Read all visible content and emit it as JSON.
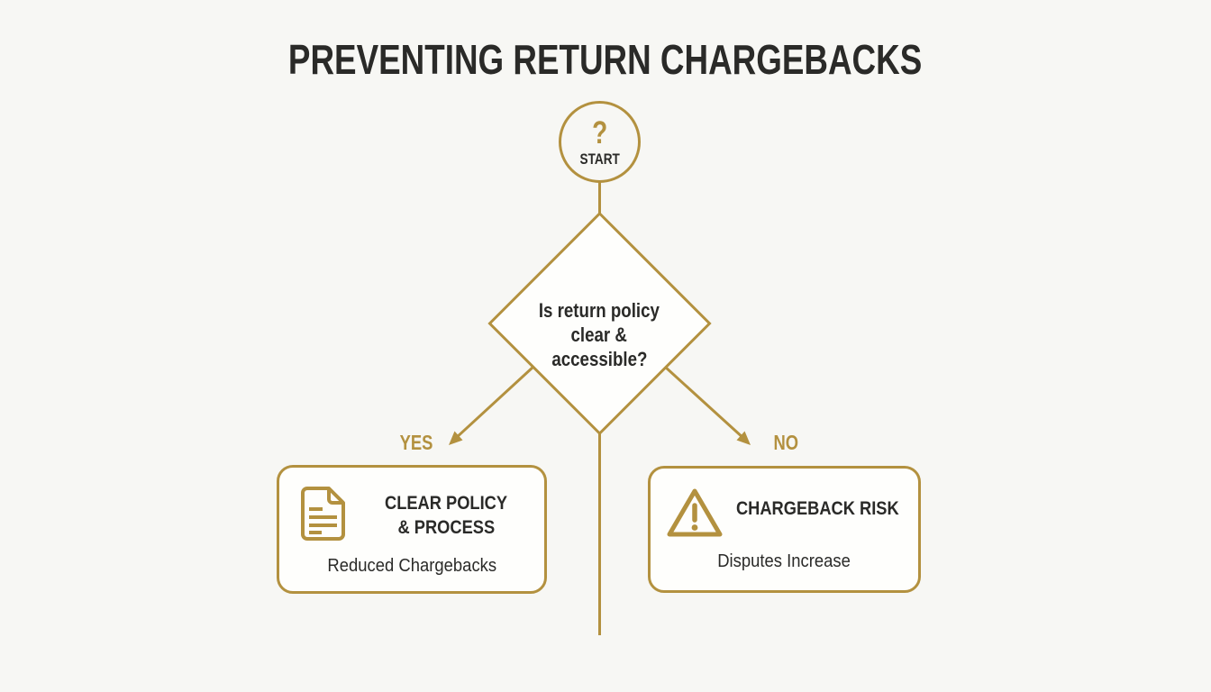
{
  "colors": {
    "gold": "#b3913f",
    "dark": "#2a2a28",
    "background": "#f7f7f4",
    "box_fill": "#fefefc"
  },
  "title": "PREVENTING RETURN CHARGEBACKS",
  "flowchart": {
    "start": {
      "symbol": "?",
      "label": "START"
    },
    "decision": {
      "question": "Is return policy clear & accessible?",
      "line1": "Is return policy",
      "line2": "clear &",
      "line3": "accessible?"
    },
    "yes_branch": {
      "label": "YES"
    },
    "no_branch": {
      "label": "NO"
    },
    "outcome_yes": {
      "icon": "document-icon",
      "title_line1": "CLEAR POLICY",
      "title_line2": "& PROCESS",
      "subtitle": "Reduced Chargebacks"
    },
    "outcome_no": {
      "icon": "warning-icon",
      "title": "CHARGEBACK RISK",
      "subtitle": "Disputes Increase"
    }
  }
}
